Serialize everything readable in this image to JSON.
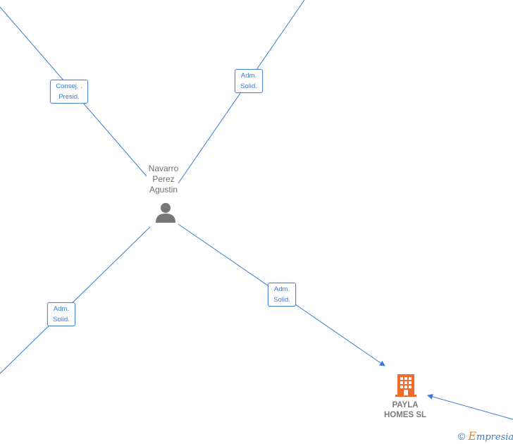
{
  "colors": {
    "link": "#3a7bd5",
    "person": "#777777",
    "company": "#f26b2a",
    "watermark_e": "#f07f23"
  },
  "person": {
    "name_lines": [
      "Navarro",
      "Perez",
      "Agustin"
    ],
    "icon": "person-icon"
  },
  "company": {
    "name_lines": [
      "PAYLA",
      "HOMES  SL"
    ],
    "icon": "building-icon"
  },
  "edges": [
    {
      "id": "consej",
      "label_lines": [
        "Consej. .",
        "Presid."
      ]
    },
    {
      "id": "adm-top",
      "label_lines": [
        "Adm.",
        "Solid."
      ]
    },
    {
      "id": "adm-left",
      "label_lines": [
        "Adm.",
        "Solid."
      ]
    },
    {
      "id": "adm-company",
      "label_lines": [
        "Adm.",
        "Solid."
      ]
    }
  ],
  "watermark": {
    "copyright": "©",
    "brand_first": "E",
    "brand_rest": "mpresia"
  }
}
